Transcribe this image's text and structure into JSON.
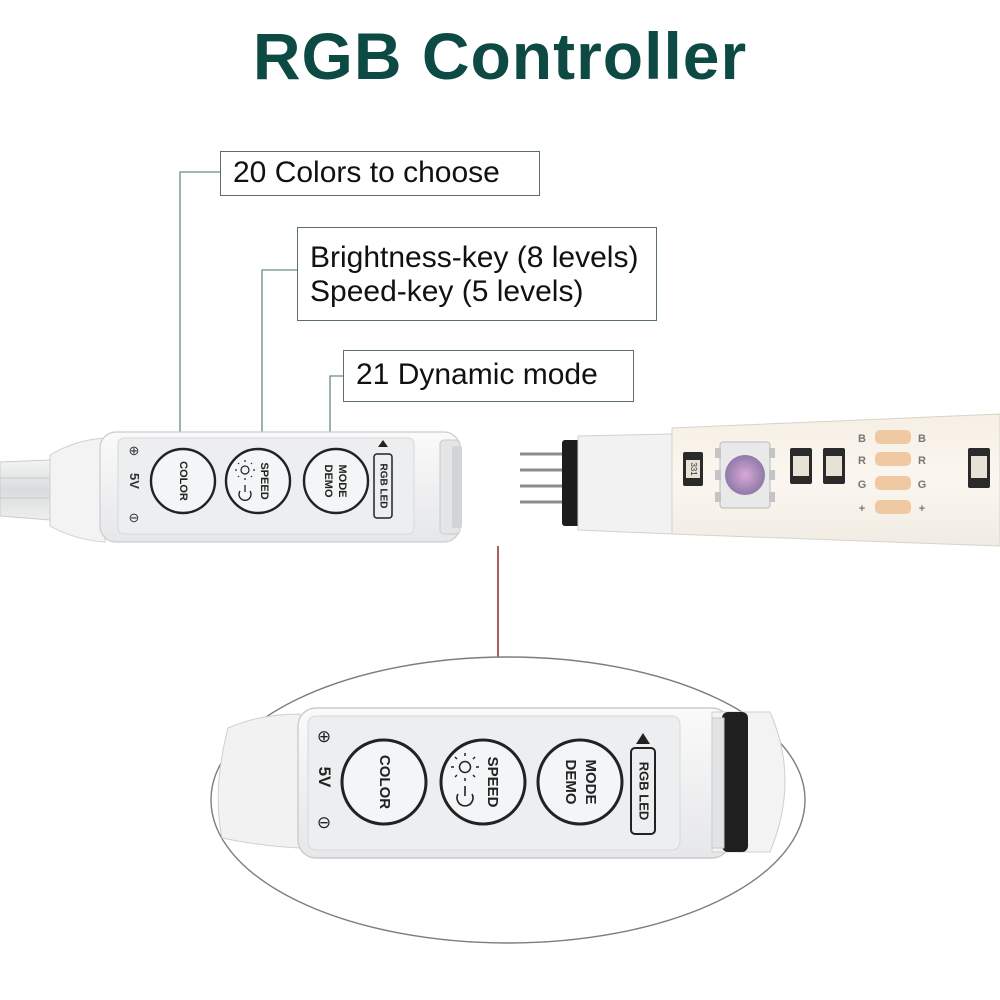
{
  "title": "RGB Controller",
  "callouts": {
    "colors": "20 Colors to choose",
    "brightness": "Brightness-key (8 levels)",
    "speed": "Speed-key (5 levels)",
    "mode": "21 Dynamic mode"
  },
  "controller": {
    "color_button": "COLOR",
    "speed_button": "SPEED",
    "mode_button_line1": "MODE",
    "mode_button_line2": "DEMO",
    "brand": "RGB LED",
    "voltage": "5V",
    "plus": "⊕",
    "minus": "⊖"
  },
  "strip": {
    "pin_labels": [
      "B",
      "R",
      "G",
      "+"
    ],
    "resistor_label": "331"
  },
  "colors": {
    "title": "#0d4a44",
    "leader": "#6a8a86",
    "arrow": "#8b1a1a"
  }
}
